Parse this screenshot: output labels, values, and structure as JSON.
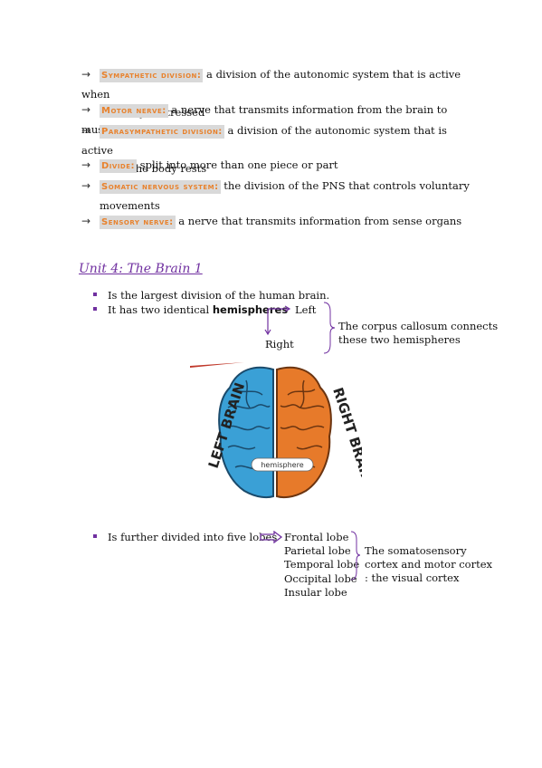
{
  "definitions": [
    {
      "term": "Sympathetic division:",
      "text": " a division of the autonomic system that is active when",
      "cont": "the body is stressed"
    },
    {
      "term": "Motor nerve:",
      "text": " a nerve that transmits information from the brain to muscles",
      "cont": ""
    },
    {
      "term": "Parasympathetic division:",
      "text": " a division of the autonomic system that is active",
      "cont": "when the body rests"
    },
    {
      "term": "Divide:",
      "text": " split into more than one piece or part",
      "cont": ""
    },
    {
      "term": "Somatic nervous system:",
      "text": " the division of the PNS that controls voluntary",
      "cont": "movements"
    },
    {
      "term": "Sensory nerve:",
      "text": " a nerve that transmits information from sense organs",
      "cont": ""
    }
  ],
  "unit": {
    "heading": "Unit 4: The Brain 1"
  },
  "bullets": {
    "b1": "Is the largest division of the human brain.",
    "b2_prefix": "It has two identical ",
    "b2_bold": "hemispheres",
    "left_label": "Left",
    "right_label": "Right",
    "corpus_note_1": "The corpus callosum connects",
    "corpus_note_2": "these two hemispheres",
    "b3": "Is further divided into five lobes"
  },
  "brain_image": {
    "left_text": "LEFT BRAIN",
    "right_text": "RIGHT BRAIN",
    "center_label": "hemisphere",
    "left_color": "#3aa0d6",
    "right_color": "#e77a2a"
  },
  "lobes": [
    "Frontal lobe",
    "Parietal lobe",
    "Temporal lobe",
    "Occipital lobe",
    "Insular lobe"
  ],
  "lobe_notes": {
    "n1": "The somatosensory",
    "n2": "cortex and motor cortex",
    "n3": ": the visual cortex"
  },
  "colors": {
    "accent_purple": "#7030a0",
    "term_orange": "#e8822d",
    "term_bg": "#d9d9d9"
  }
}
